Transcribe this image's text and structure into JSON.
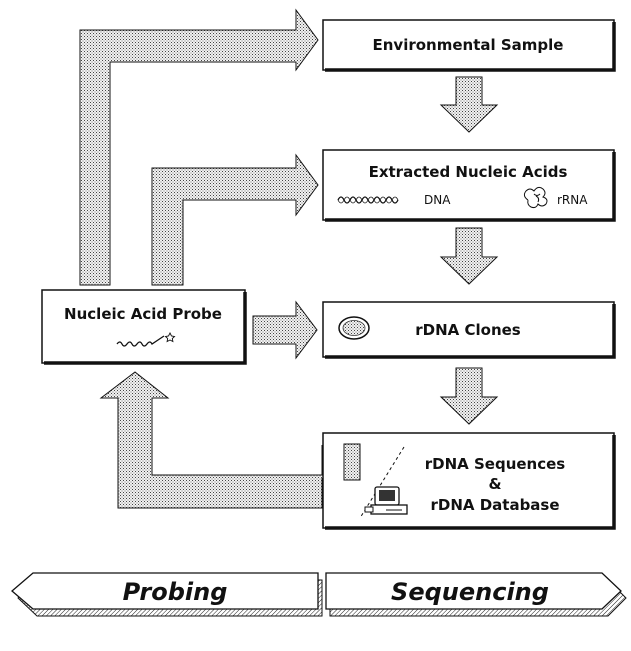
{
  "boxes": {
    "environmental_sample": {
      "title": "Environmental Sample"
    },
    "extracted_nucleic_acids": {
      "title": "Extracted Nucleic Acids",
      "dna_label": "DNA",
      "rrna_label": "rRNA"
    },
    "rdna_clones": {
      "title": "rDNA Clones"
    },
    "rdna_sequences": {
      "line1": "rDNA Sequences",
      "line2": "&",
      "line3": "rDNA Database"
    },
    "nucleic_acid_probe": {
      "title": "Nucleic Acid Probe"
    }
  },
  "banners": {
    "left": "Probing",
    "right": "Sequencing"
  },
  "colors": {
    "stroke": "#111111",
    "stipple_bg": "#f2f2f2",
    "stipple_dot": "#444444"
  }
}
